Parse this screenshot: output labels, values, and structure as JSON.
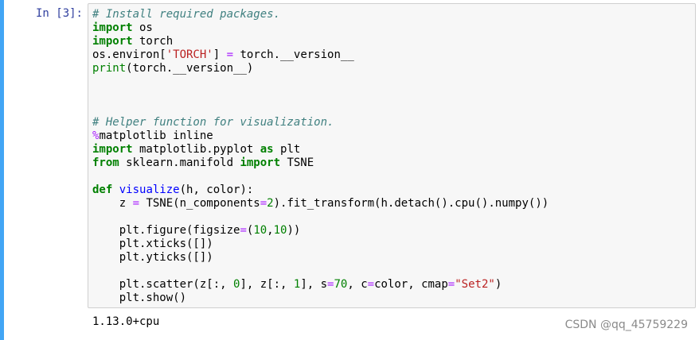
{
  "cell": {
    "prompt": "In [3]:",
    "code_lines": [
      [
        {
          "t": "# Install required packages.",
          "c": "comment"
        }
      ],
      [
        {
          "t": "import",
          "c": "kw"
        },
        {
          "t": " os",
          "c": ""
        }
      ],
      [
        {
          "t": "import",
          "c": "kw"
        },
        {
          "t": " torch",
          "c": ""
        }
      ],
      [
        {
          "t": "os.environ[",
          "c": ""
        },
        {
          "t": "'TORCH'",
          "c": "str"
        },
        {
          "t": "] ",
          "c": ""
        },
        {
          "t": "=",
          "c": "op"
        },
        {
          "t": " torch.__version__",
          "c": ""
        }
      ],
      [
        {
          "t": "print",
          "c": "builtin"
        },
        {
          "t": "(torch.__version__)",
          "c": ""
        }
      ],
      [],
      [],
      [],
      [
        {
          "t": "# Helper function for visualization.",
          "c": "comment"
        }
      ],
      [
        {
          "t": "%",
          "c": "magic"
        },
        {
          "t": "matplotlib inline",
          "c": ""
        }
      ],
      [
        {
          "t": "import",
          "c": "kw"
        },
        {
          "t": " matplotlib.pyplot ",
          "c": ""
        },
        {
          "t": "as",
          "c": "kw"
        },
        {
          "t": " plt",
          "c": ""
        }
      ],
      [
        {
          "t": "from",
          "c": "kw"
        },
        {
          "t": " sklearn.manifold ",
          "c": ""
        },
        {
          "t": "import",
          "c": "kw"
        },
        {
          "t": " TSNE",
          "c": ""
        }
      ],
      [],
      [
        {
          "t": "def",
          "c": "kw"
        },
        {
          "t": " ",
          "c": ""
        },
        {
          "t": "visualize",
          "c": "fn"
        },
        {
          "t": "(h, color):",
          "c": ""
        }
      ],
      [
        {
          "t": "    z ",
          "c": ""
        },
        {
          "t": "=",
          "c": "op"
        },
        {
          "t": " TSNE(n_components",
          "c": ""
        },
        {
          "t": "=",
          "c": "op"
        },
        {
          "t": "2",
          "c": "num"
        },
        {
          "t": ").fit_transform(h.detach().cpu().numpy())",
          "c": ""
        }
      ],
      [],
      [
        {
          "t": "    plt.figure(figsize",
          "c": ""
        },
        {
          "t": "=",
          "c": "op"
        },
        {
          "t": "(",
          "c": ""
        },
        {
          "t": "10",
          "c": "num"
        },
        {
          "t": ",",
          "c": ""
        },
        {
          "t": "10",
          "c": "num"
        },
        {
          "t": "))",
          "c": ""
        }
      ],
      [
        {
          "t": "    plt.xticks([])",
          "c": ""
        }
      ],
      [
        {
          "t": "    plt.yticks([])",
          "c": ""
        }
      ],
      [],
      [
        {
          "t": "    plt.scatter(z[:, ",
          "c": ""
        },
        {
          "t": "0",
          "c": "num"
        },
        {
          "t": "], z[:, ",
          "c": ""
        },
        {
          "t": "1",
          "c": "num"
        },
        {
          "t": "], s",
          "c": ""
        },
        {
          "t": "=",
          "c": "op"
        },
        {
          "t": "70",
          "c": "num"
        },
        {
          "t": ", c",
          "c": ""
        },
        {
          "t": "=",
          "c": "op"
        },
        {
          "t": "color, cmap",
          "c": ""
        },
        {
          "t": "=",
          "c": "op"
        },
        {
          "t": "\"Set2\"",
          "c": "str"
        },
        {
          "t": ")",
          "c": ""
        }
      ],
      [
        {
          "t": "    plt.show()",
          "c": ""
        }
      ]
    ],
    "output": "1.13.0+cpu"
  },
  "watermark": "CSDN @qq_45759229",
  "colors": {
    "selection_bar": "#42a5f5",
    "prompt": "#303f9f",
    "comment": "#408080",
    "keyword": "#008000",
    "string": "#ba2121",
    "operator": "#aa22ff",
    "function": "#0000ff"
  }
}
